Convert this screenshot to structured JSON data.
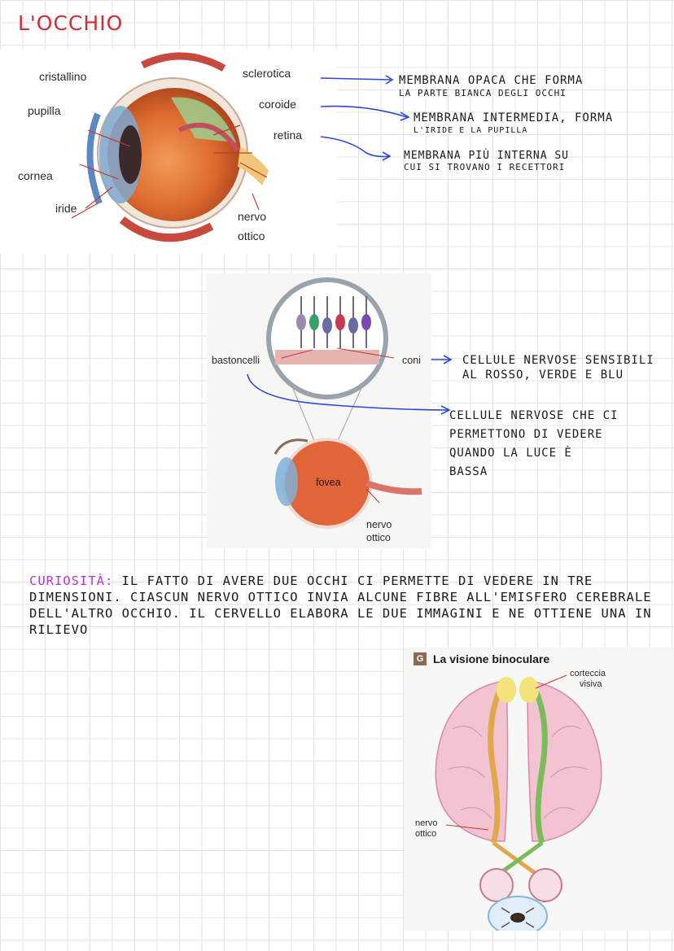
{
  "page": {
    "title": "L'OCCHIO"
  },
  "eye_section": {
    "labels": {
      "cristallino": "cristallino",
      "pupilla": "pupilla",
      "cornea": "cornea",
      "iride": "iride",
      "sclerotica": "sclerotica",
      "coroide": "coroide",
      "retina": "retina",
      "nervo": "nervo",
      "ottico": "ottico"
    },
    "notes": [
      {
        "line1": "MEMBRANA OPACA CHE FORMA",
        "line2": "LA PARTE BIANCA DEGLI OCCHI"
      },
      {
        "line1": "MEMBRANA INTERMEDIA, FORMA",
        "line2": "L'IRIDE E LA PUPILLA"
      },
      {
        "line1": "MEMBRANA PIÙ INTERNA SU",
        "line2": "CUI SI TROVANO I RECETTORI"
      }
    ]
  },
  "retina_section": {
    "labels": {
      "bastoncelli": "bastoncelli",
      "coni": "coni",
      "fovea": "fovea",
      "nervo": "nervo",
      "ottico": "ottico"
    },
    "notes": {
      "coni": {
        "line1": "CELLULE NERVOSE SENSIBILI",
        "line2": "AL ROSSO, VERDE E BLU"
      },
      "bastoncelli": {
        "line1": "CELLULE NERVOSE CHE CI",
        "line2": "PERMETTONO DI VEDERE",
        "line3": "QUANDO LA LUCE È",
        "line4": "BASSA"
      }
    }
  },
  "curiosity": {
    "title": "CURIOSITÀ:",
    "text": "IL FATTO DI AVERE DUE OCCHI CI PERMETTE DI VEDERE IN TRE DIMENSIONI. CIASCUN NERVO OTTICO INVIA ALCUNE FIBRE ALL'EMISFERO CEREBRALE DELL'ALTRO OCCHIO. IL CERVELLO ELABORA LE DUE IMMAGINI E NE OTTIENE UNA IN RILIEVO"
  },
  "binocular_section": {
    "badge": "G",
    "heading": "La visione binoculare",
    "labels": {
      "corteccia": "corteccia",
      "visiva": "visiva",
      "nervo": "nervo",
      "ottico": "ottico"
    }
  }
}
